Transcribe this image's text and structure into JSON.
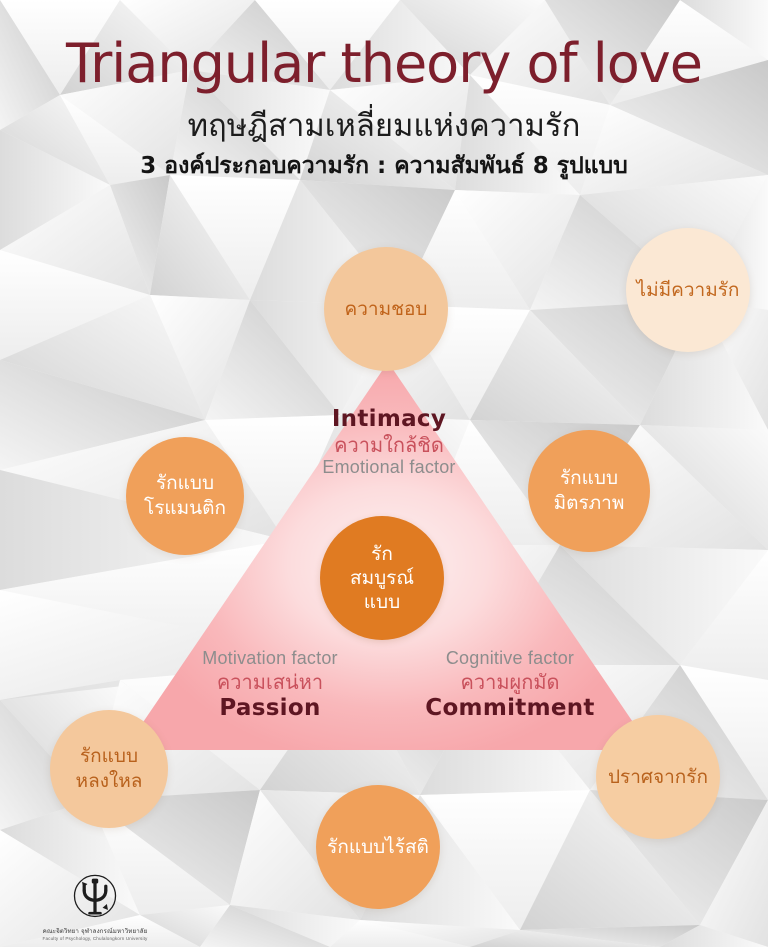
{
  "header": {
    "title_en": "Triangular theory of love",
    "title_th": "ทฤษฎีสามเหลี่ยมแห่งความรัก",
    "subtitle_th": "3 องค์ประกอบความรัก : ความสัมพันธ์ 8 รูปแบบ"
  },
  "triangle": {
    "components": [
      {
        "id": "intimacy",
        "name_en": "Intimacy",
        "name_th": "ความใกล้ชิด",
        "factor_en": "Emotional factor"
      },
      {
        "id": "passion",
        "name_en": "Passion",
        "name_th": "ความเสน่หา",
        "factor_en": "Motivation factor"
      },
      {
        "id": "commitment",
        "name_en": "Commitment",
        "name_th": "ความผูกมัด",
        "factor_en": "Cognitive factor"
      }
    ],
    "center": {
      "label_line1": "รัก",
      "label_line2": "สมบูรณ์",
      "label_line3": "แบบ"
    }
  },
  "satellites": [
    {
      "id": "liking",
      "line1": "ความชอบ",
      "line2": ""
    },
    {
      "id": "nonlove",
      "line1": "ไม่มีความรัก",
      "line2": ""
    },
    {
      "id": "romantic",
      "line1": "รักแบบ",
      "line2": "โรแมนติก"
    },
    {
      "id": "companionate",
      "line1": "รักแบบ",
      "line2": "มิตรภาพ"
    },
    {
      "id": "fatuous",
      "line1": "รักแบบ",
      "line2": "หลงใหล"
    },
    {
      "id": "infatuated",
      "line1": "รักแบบไร้สติ",
      "line2": ""
    },
    {
      "id": "empty",
      "line1": "ปราศจากรัก",
      "line2": ""
    }
  ],
  "logo": {
    "icon": "psi-symbol-icon",
    "name_th": "คณะจิตวิทยา จุฬาลงกรณ์มหาวิทยาลัย",
    "name_en": "Faculty of Psychology, Chulalongkorn University"
  },
  "colors": {
    "title_maroon": "#7d1f2c",
    "triangle_pink": "#f8afb3",
    "triangle_pink_light": "#fdeced",
    "center_orange": "#e07b22",
    "orange_medium": "#f0a05a",
    "orange_light": "#f3c79b",
    "orange_pale": "#fbe8d4",
    "text_gray": "#8d8d8d",
    "text_pink": "#c9515c",
    "text_dark_maroon": "#5e1622"
  }
}
